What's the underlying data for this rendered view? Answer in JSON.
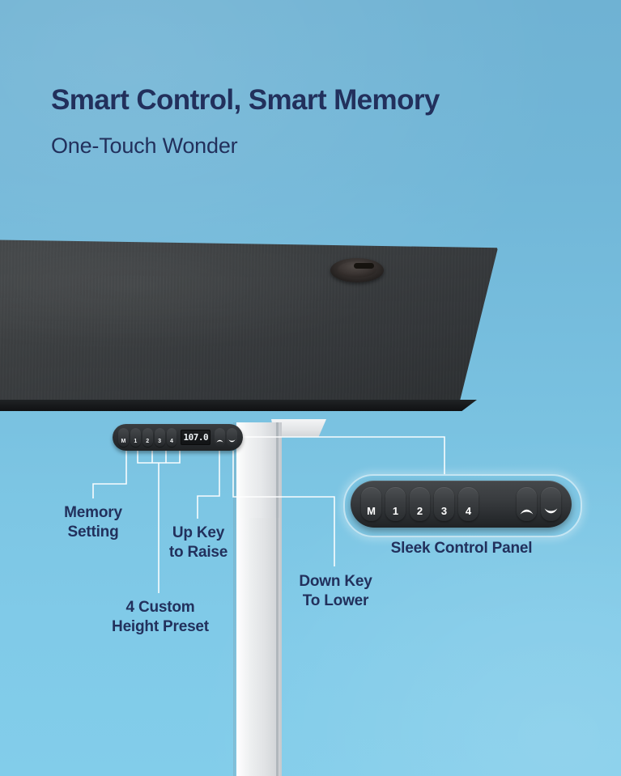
{
  "header": {
    "headline": "Smart Control, Smart Memory",
    "subhead": "One-Touch Wonder"
  },
  "colors": {
    "background_top": "#6fb2d3",
    "background_bottom": "#82cdea",
    "text_navy": "#22305c",
    "desk_dark": "#3a3d40",
    "panel_dark": "#2c2f32",
    "leg_white": "#eceeef",
    "leader_line": "#ffffff"
  },
  "desk": {
    "grommet_name": "cable-grommet",
    "surface_finish": "black"
  },
  "mini_panel": {
    "keys": [
      "M",
      "1",
      "2",
      "3",
      "4"
    ],
    "display_value": "107.0",
    "arrows": [
      "up",
      "down"
    ]
  },
  "big_panel": {
    "keys": [
      "M",
      "1",
      "2",
      "3",
      "4"
    ],
    "arrows": [
      "up",
      "down"
    ]
  },
  "callouts": [
    {
      "id": "memory",
      "line1": "Memory",
      "line2": "Setting"
    },
    {
      "id": "upkey",
      "line1": "Up Key",
      "line2": "to Raise"
    },
    {
      "id": "preset",
      "line1": "4 Custom",
      "line2": "Height Preset"
    },
    {
      "id": "downkey",
      "line1": "Down Key",
      "line2": "To Lower"
    },
    {
      "id": "sleek",
      "line1": "Sleek Control Panel",
      "line2": ""
    }
  ]
}
